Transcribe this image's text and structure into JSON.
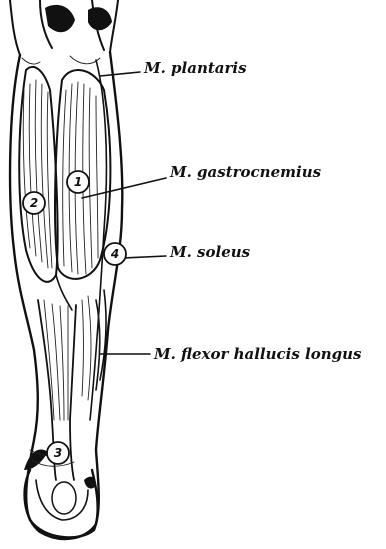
{
  "labels": {
    "plantaris": "M. plantaris",
    "gastrocnemius": "M. gastrocnemius",
    "soleus": "M. soleus",
    "flexor": "M. flexor hallucis longus"
  },
  "markers": {
    "m1": "1",
    "m2": "2",
    "m3": "3",
    "m4": "4"
  }
}
